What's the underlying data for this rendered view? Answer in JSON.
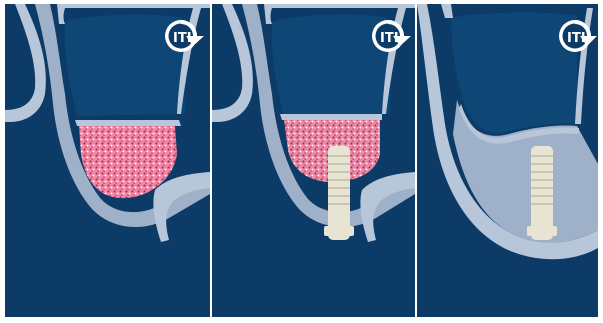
{
  "panels": [
    {
      "id": "panel-1",
      "stage": "sinus-grafted",
      "logo_text": "ITI",
      "has_graft": true,
      "has_implant": false
    },
    {
      "id": "panel-2",
      "stage": "implant-placed-in-graft",
      "logo_text": "ITI",
      "has_graft": true,
      "has_implant": true
    },
    {
      "id": "panel-3",
      "stage": "graft-integrated-with-implant",
      "logo_text": "ITI",
      "has_graft": false,
      "has_implant": true
    }
  ],
  "colors": {
    "background": "#0b3b66",
    "bone_light": "#b8c6d9",
    "bone_mid": "#8a9fba",
    "sinus_membrane": "#9fb1c8",
    "graft_pink": "#e98aa8",
    "graft_red": "#c8163e",
    "implant": "#e8e4d3",
    "implant_shade": "#c9c4b0"
  }
}
